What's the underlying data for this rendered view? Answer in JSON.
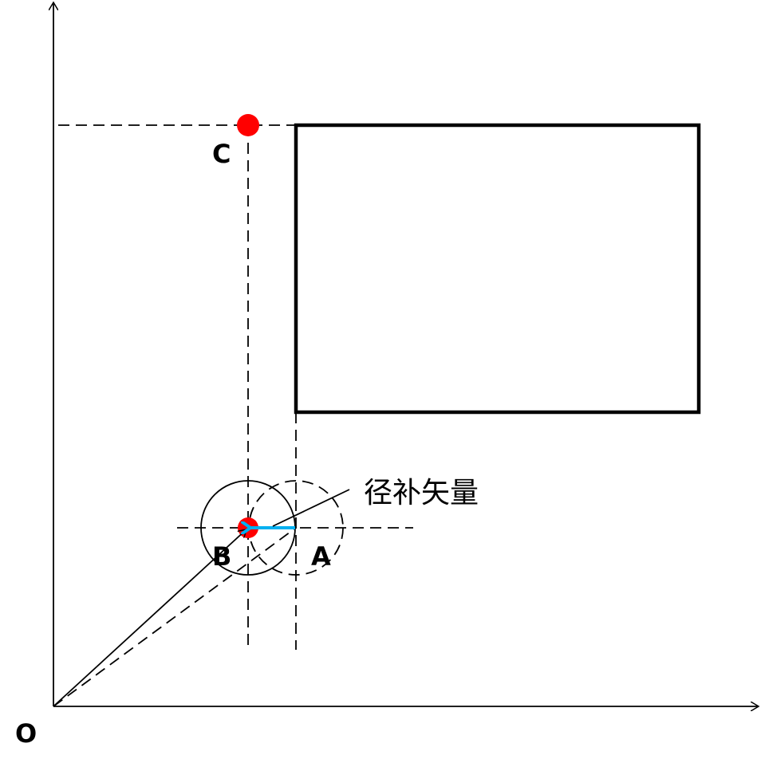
{
  "diagram": {
    "labels": {
      "origin": "O",
      "point_c": "C",
      "point_b": "B",
      "point_a": "A",
      "annotation": "径补矢量"
    },
    "colors": {
      "point": "#FF0000",
      "compensation_vector": "#00B0F0",
      "line": "#000000"
    }
  }
}
